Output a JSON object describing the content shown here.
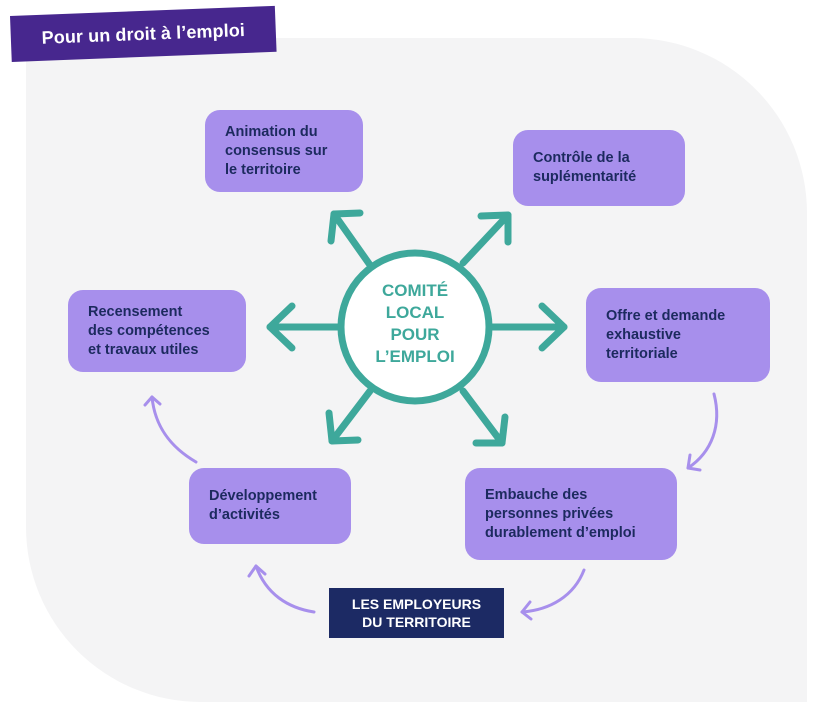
{
  "banner": {
    "title": "Pour un droit à l’emploi"
  },
  "center": {
    "label": "COMITÉ\nLOCAL\nPOUR\nL’EMPLOI"
  },
  "boxes": [
    {
      "id": "animation",
      "label": "Animation du\nconsensus sur\nle territoire"
    },
    {
      "id": "controle",
      "label": "Contrôle de la\nsuplémentarité"
    },
    {
      "id": "recensement",
      "label": "Recensement\ndes compétences\net travaux utiles"
    },
    {
      "id": "offre",
      "label": "Offre et demande\nexhaustive\nterritoriale"
    },
    {
      "id": "embauche",
      "label": "Embauche des\npersonnes privées\ndurablement d’emploi"
    },
    {
      "id": "developpement",
      "label": "Développement\nd’activités"
    }
  ],
  "employers": {
    "label": "LES EMPLOYEURS\nDU TERRITOIRE"
  },
  "colors": {
    "banner": "#47278e",
    "box": "#a78fec",
    "box_text": "#1c2a5e",
    "teal": "#3ea89b",
    "navy": "#1c2a64",
    "cycle_arrow": "#a78fec",
    "panel": "#f4f4f5"
  }
}
